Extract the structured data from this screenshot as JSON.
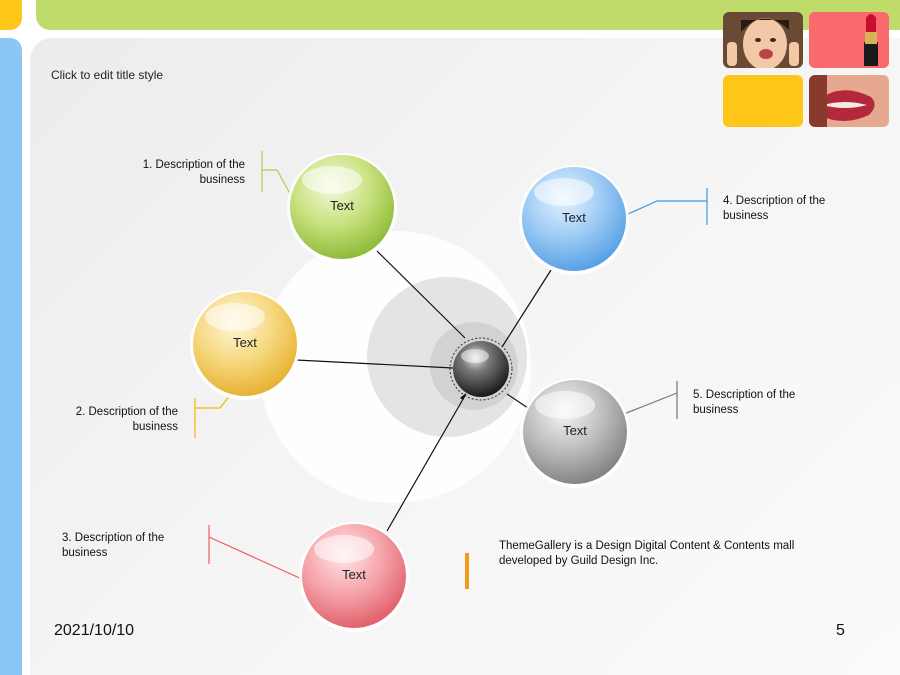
{
  "slide": {
    "title": "Click to edit title style",
    "date": "2021/10/10",
    "page_number": "5",
    "company_text": "ThemeGallery  is a Design Digital Content & Contents mall developed by Guild Design Inc."
  },
  "bubbles": [
    {
      "label": "Text",
      "color": "#a9cf4f",
      "desc_line1": "1. Description of the",
      "desc_line2": "business",
      "accent": "#a9cf4f"
    },
    {
      "label": "Text",
      "color": "#f2c95a",
      "desc_line1": "2. Description of the",
      "desc_line2": "business",
      "accent": "#f5b800"
    },
    {
      "label": "Text",
      "color": "#f08a92",
      "desc_line1": "3. Description of the",
      "desc_line2": "business",
      "accent": "#ee5a65"
    },
    {
      "label": "Text",
      "color": "#7ab6ee",
      "desc_line1": "4. Description of the",
      "desc_line2": "business",
      "accent": "#3a9be6"
    },
    {
      "label": "Text",
      "color": "#9d9d9d",
      "desc_line1": "5. Description of the",
      "desc_line2": "business",
      "accent": "#777777"
    }
  ],
  "thumbnails": [
    {
      "name": "photo-smiling-woman",
      "color": "#c9926a"
    },
    {
      "name": "photo-lipstick",
      "color": "#f86a6e"
    },
    {
      "name": "tile-yellow",
      "color": "#ffc61a"
    },
    {
      "name": "photo-lips",
      "color": "#c35b4a"
    }
  ]
}
